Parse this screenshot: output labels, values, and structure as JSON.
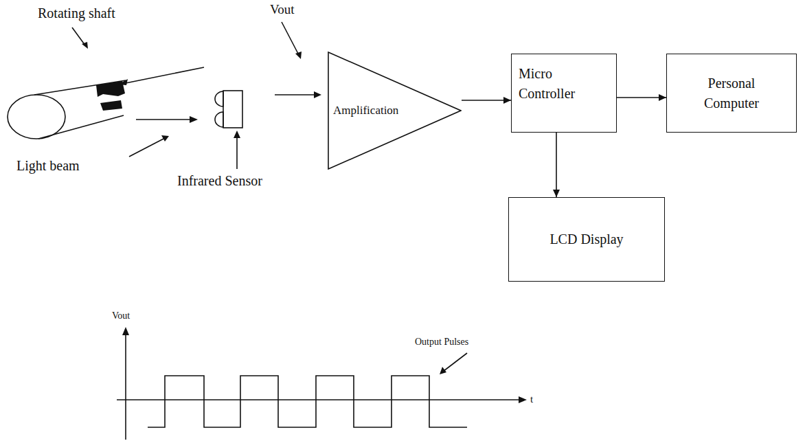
{
  "diagram": {
    "nodes": [
      {
        "text": [
          "Amplification"
        ]
      },
      {
        "text": [
          "Micro Controller"
        ]
      },
      {
        "text": [
          "Personal Computer"
        ]
      },
      {
        "text": [
          "LCD Display"
        ]
      }
    ],
    "edges": [
      {
        "from": 0,
        "to": 1,
        "arrow": "to"
      },
      {
        "from": 1,
        "to": 2,
        "arrow": "to"
      },
      {
        "from": 1,
        "to": 3,
        "arrow": "to"
      }
    ],
    "labels": [
      "Rotating shaft",
      "Vout",
      "Light beam",
      "Infrared Sensor",
      "Vout",
      "Output Pulses",
      "t"
    ]
  }
}
